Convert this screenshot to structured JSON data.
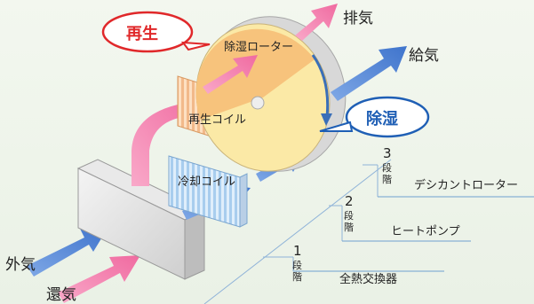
{
  "labels": {
    "regeneration": "再生",
    "dehumidification": "除湿",
    "exhaust": "排気",
    "supply": "給気",
    "outside_air": "外気",
    "return_air": "還気",
    "rotor": "除湿ローター",
    "regen_coil": "再生コイル",
    "cooling_coil": "冷却コイル"
  },
  "stages": [
    {
      "num": "3",
      "kanji1": "段",
      "kanji2": "階",
      "name": "デシカントローター"
    },
    {
      "num": "2",
      "kanji1": "段",
      "kanji2": "階",
      "name": "ヒートポンプ"
    },
    {
      "num": "1",
      "kanji1": "段",
      "kanji2": "階",
      "name": "全熱交換器"
    }
  ],
  "colors": {
    "pink_arrow": "#f58bb5",
    "blue_arrow": "#4f86d8",
    "red_callout": "#e0282a",
    "blue_callout": "#1f5fb5",
    "rotor_orange": "#f7c37c",
    "rotor_yellow": "#fbe9a6"
  }
}
